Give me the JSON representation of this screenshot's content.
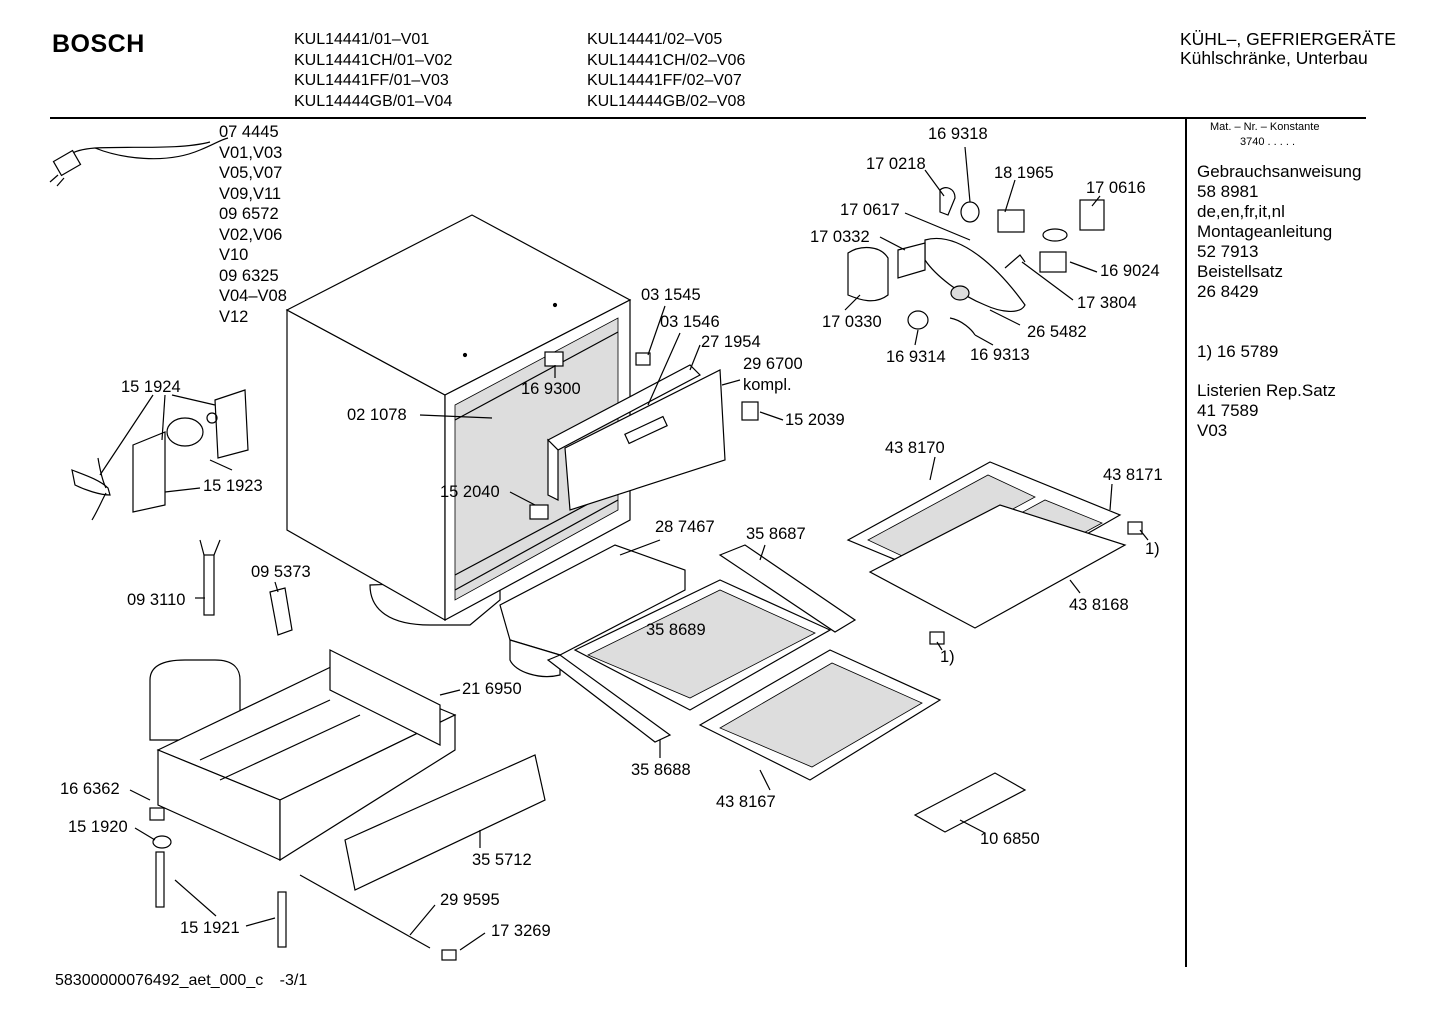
{
  "header": {
    "brand": "BOSCH",
    "models_col1": [
      "KUL14441/01–V01",
      "KUL14441CH/01–V02",
      "KUL14441FF/01–V03",
      "KUL14444GB/01–V04"
    ],
    "models_col2": [
      "KUL14441/02–V05",
      "KUL14441CH/02–V06",
      "KUL14441FF/02–V07",
      "KUL14444GB/02–V08"
    ],
    "category_line1": "KÜHL–, GEFRIERGERÄTE",
    "category_line2": "Kühlschränke, Unterbau"
  },
  "sidebar": {
    "konstante_label": "Mat. – Nr. – Konstante",
    "konstante_value": "3740  .  .  .  .  .",
    "block1": [
      "Gebrauchsanweisung",
      "58 8981",
      "de,en,fr,it,nl",
      "Montageanleitung",
      "52 7913",
      "Beistellsatz",
      "26 8429"
    ],
    "note1": "1) 16 5789",
    "block2": [
      "Listerien Rep.Satz",
      "41 7589",
      "V03"
    ]
  },
  "cable_labels": [
    "07 4445",
    "V01,V03",
    "V05,V07",
    "V09,V11",
    "09 6572",
    "V02,V06",
    "V10",
    "09 6325",
    "V04–V08",
    "V12"
  ],
  "parts": {
    "p169318": "16 9318",
    "p170218": "17 0218",
    "p181965": "18 1965",
    "p170616": "17 0616",
    "p170617": "17 0617",
    "p170332": "17 0332",
    "p169024": "16 9024",
    "p173804": "17 3804",
    "p170330": "17 0330",
    "p265482": "26 5482",
    "p169314": "16 9314",
    "p169313": "16 9313",
    "p031545": "03 1545",
    "p031546": "03 1546",
    "p271954": "27 1954",
    "p296700": "29 6700",
    "p296700b": "kompl.",
    "p152039": "15 2039",
    "p169300": "16 9300",
    "p021078": "02 1078",
    "p151924": "15 1924",
    "p151923": "15 1923",
    "p152040": "15 2040",
    "p438170": "43 8170",
    "p438171": "43 8171",
    "note1a": "1)",
    "p287467": "28 7467",
    "p358687": "35 8687",
    "p438168": "43 8168",
    "p093110": "09 3110",
    "p095373": "09 5373",
    "p358689": "35 8689",
    "note1b": "1)",
    "p216950": "21 6950",
    "p358688": "35 8688",
    "p438167": "43 8167",
    "p166362": "16 6362",
    "p151920": "15 1920",
    "p355712": "35 5712",
    "p106850": "10 6850",
    "p299595": "29 9595",
    "p151921": "15 1921",
    "p173269": "17 3269"
  },
  "footer": {
    "code": "58300000076492_aet_000_c",
    "page": "-3/1"
  }
}
